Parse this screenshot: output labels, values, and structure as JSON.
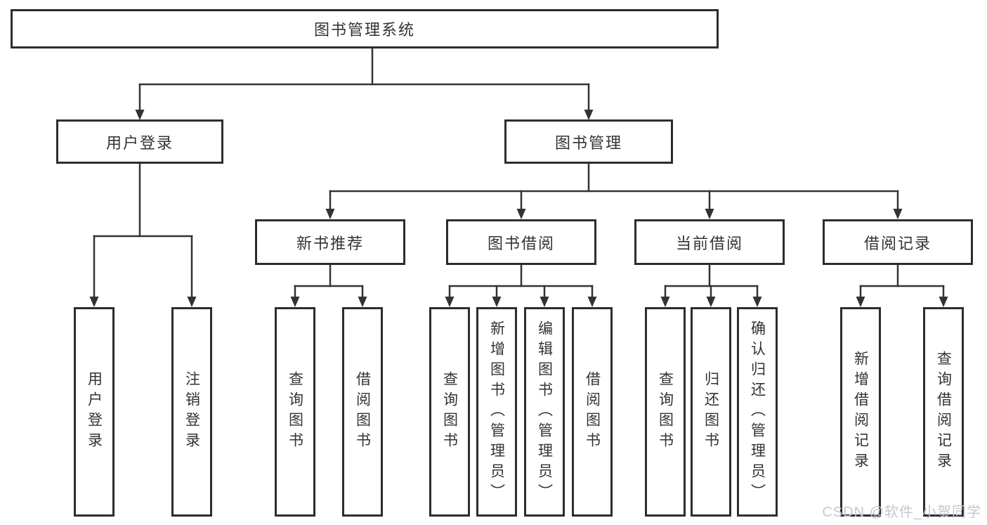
{
  "diagram": {
    "root": {
      "label": "图书管理系统"
    },
    "branches": [
      {
        "label": "用户登录",
        "children": [
          {
            "label": "用户登录"
          },
          {
            "label": "注销登录"
          }
        ]
      },
      {
        "label": "图书管理",
        "groups": [
          {
            "label": "新书推荐",
            "children": [
              {
                "label": "查询图书"
              },
              {
                "label": "借阅图书"
              }
            ]
          },
          {
            "label": "图书借阅",
            "children": [
              {
                "label": "查询图书"
              },
              {
                "label": "新增图书（管理员）"
              },
              {
                "label": "编辑图书（管理员）"
              },
              {
                "label": "借阅图书"
              }
            ]
          },
          {
            "label": "当前借阅",
            "children": [
              {
                "label": "查询图书"
              },
              {
                "label": "归还图书"
              },
              {
                "label": "确认归还（管理员）"
              }
            ]
          },
          {
            "label": "借阅记录",
            "children": [
              {
                "label": "新增借阅记录"
              },
              {
                "label": "查询借阅记录"
              }
            ]
          }
        ]
      }
    ]
  },
  "watermark": {
    "text": "CSDN @软件_小贺同学"
  }
}
